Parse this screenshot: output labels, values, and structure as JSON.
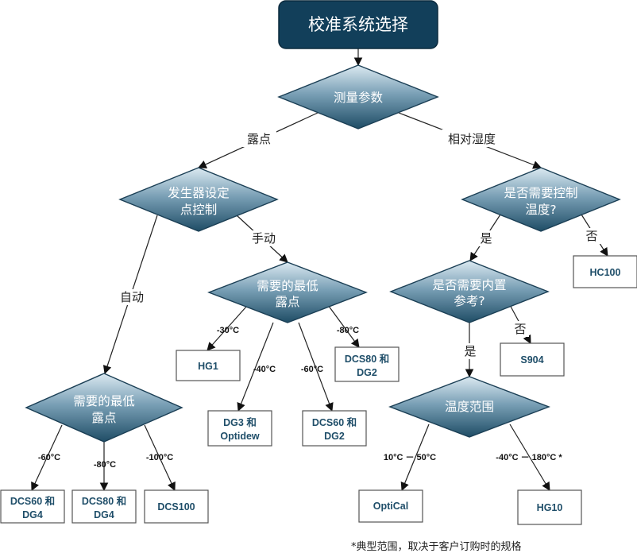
{
  "title": "校准系统选择",
  "nodes": {
    "measure": {
      "lines": [
        "测量参数"
      ]
    },
    "generator": {
      "lines": [
        "发生器设定",
        "点控制"
      ]
    },
    "min_dew_manual": {
      "lines": [
        "需要的最低",
        "露点"
      ]
    },
    "min_dew_auto": {
      "lines": [
        "需要的最低",
        "露点"
      ]
    },
    "need_temp_ctrl": {
      "lines": [
        "是否需要控制",
        "温度?"
      ]
    },
    "need_internal_ref": {
      "lines": [
        "是否需要内置",
        "参考?"
      ]
    },
    "temp_range": {
      "lines": [
        "温度范围"
      ]
    }
  },
  "results": {
    "hg1": [
      "HG1"
    ],
    "dcs80_dg2": [
      "DCS80 和",
      "DG2"
    ],
    "dg3_optidew": [
      "DG3 和",
      "Optidew"
    ],
    "dcs60_dg2": [
      "DCS60 和",
      "DG2"
    ],
    "dcs60_dg4": [
      "DCS60 和",
      "DG4"
    ],
    "dcs80_dg4": [
      "DCS80 和",
      "DG4"
    ],
    "dcs100": [
      "DCS100"
    ],
    "hc100": [
      "HC100"
    ],
    "s904": [
      "S904"
    ],
    "optical": [
      "OptiCal"
    ],
    "hg10": [
      "HG10"
    ]
  },
  "edge_labels": {
    "dew_point": "露点",
    "relative_humidity": "相对湿度",
    "manual": "手动",
    "auto": "自动",
    "yes1": "是",
    "no1": "否",
    "yes2": "是",
    "no2": "否",
    "m30": "-30°C",
    "m40a": "-40°C",
    "m60a": "-60°C",
    "m80a": "-80°C",
    "m60b": "-60°C",
    "m80b": "-80°C",
    "m100": "-100°C",
    "r10_50": "10°C － 50°C",
    "r40_180": "-40°C － 180°C *"
  },
  "footnote": "*典型范围，取决于客户订购时的规格",
  "colors": {
    "title_box": "#123f5a",
    "diamond_top": "#dbe9f1",
    "diamond_bottom": "#1f4d66",
    "box_text": "#1f4e69"
  }
}
